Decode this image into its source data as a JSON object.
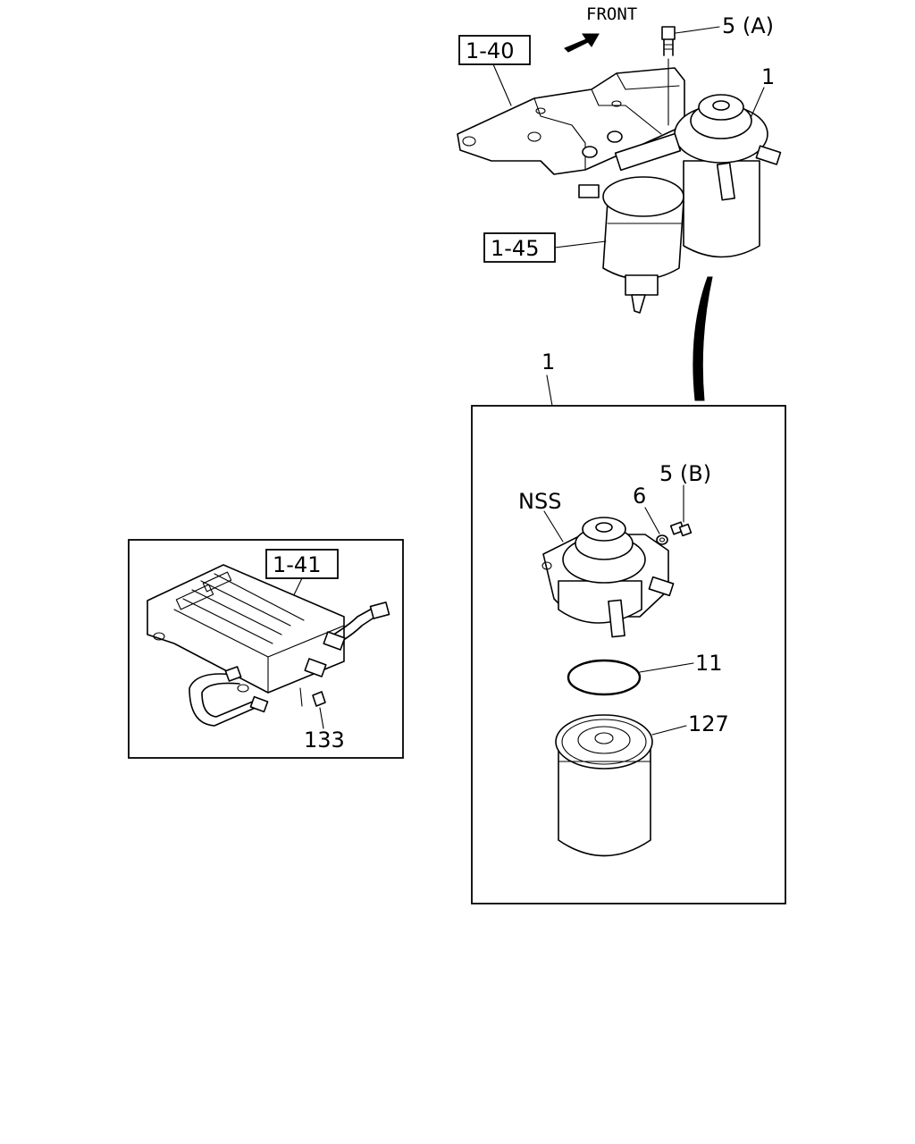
{
  "labels": {
    "front": "FRONT",
    "ref_1_40": "1-40",
    "ref_1_41": "1-41",
    "ref_1_45": "1-45",
    "part_1_top": "1",
    "part_1_detail": "1",
    "part_5a": "5 (A)",
    "part_5b": "5 (B)",
    "part_6": "6",
    "nss": "NSS",
    "part_11": "11",
    "part_127": "127",
    "part_133": "133"
  }
}
